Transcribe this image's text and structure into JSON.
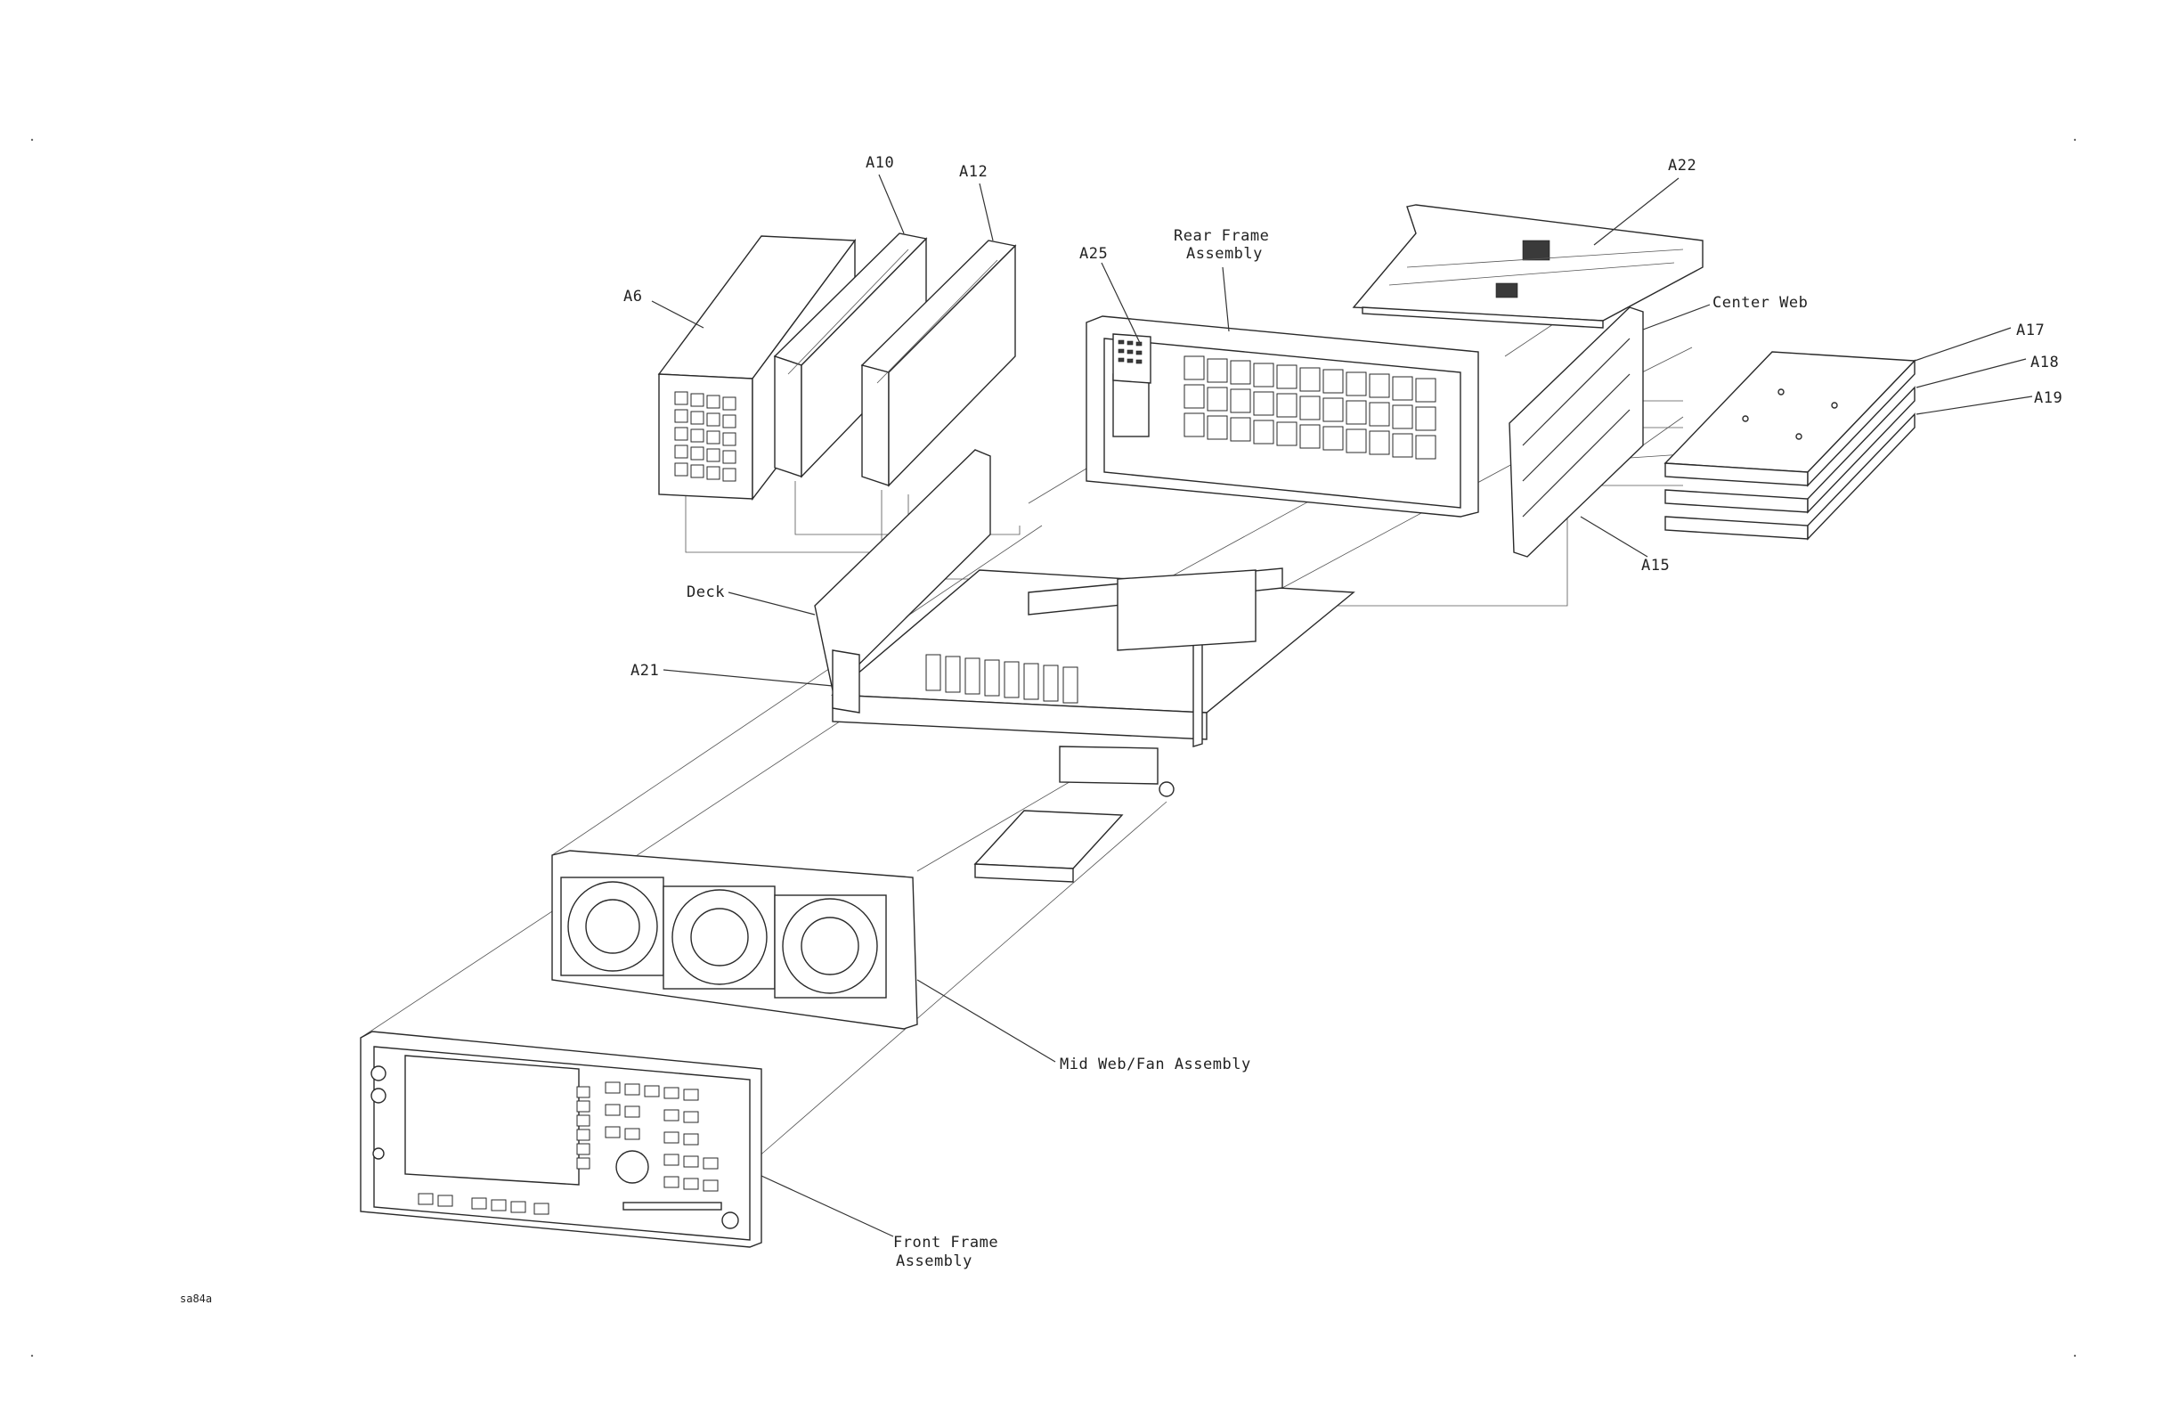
{
  "labels": {
    "a10": "A10",
    "a12": "A12",
    "a22": "A22",
    "a25": "A25",
    "rear_frame_1": "Rear Frame",
    "rear_frame_2": "Assembly",
    "center_web": "Center Web",
    "a6": "A6",
    "a17": "A17",
    "a18": "A18",
    "a19": "A19",
    "a15": "A15",
    "deck": "Deck",
    "a21": "A21",
    "mid_web": "Mid Web/Fan Assembly",
    "front_frame_1": "Front Frame",
    "front_frame_2": "Assembly"
  },
  "figure_id": "sa84a"
}
